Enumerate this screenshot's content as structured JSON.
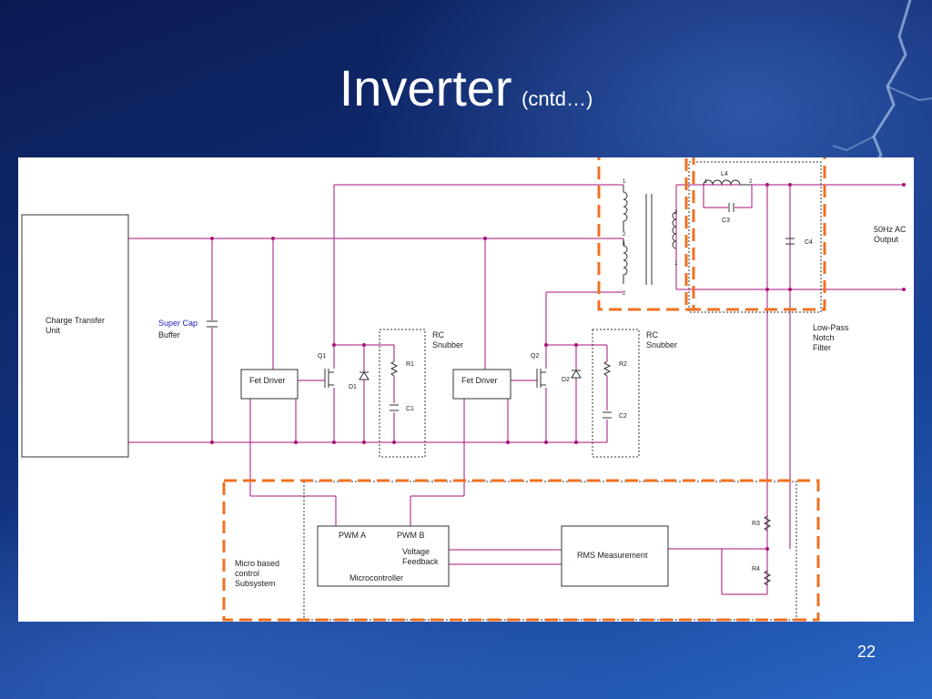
{
  "slide": {
    "title": "Inverter",
    "subtitle": "(cntd…)",
    "page_number": "22"
  },
  "diagram": {
    "charge_transfer_unit": "Charge Transfer\nUnit",
    "super_cap": "Super Cap",
    "buffer": "Buffer",
    "fet_driver_1": "Fet Driver",
    "fet_driver_2": "Fet Driver",
    "q1": "Q1",
    "q2": "Q2",
    "d1": "D1",
    "d2": "D2",
    "r1": "R1",
    "r2": "R2",
    "c1": "C1",
    "c2": "C2",
    "c3": "C3",
    "c4": "C4",
    "l4": "L4",
    "r3": "R3",
    "r4": "R4",
    "rc_snubber_1": "RC\nSnubber",
    "rc_snubber_2": "RC\nSnubber",
    "low_pass": "Low-Pass\nNotch\nFilter",
    "ac_output": "50Hz AC\nOutput",
    "pwm_a": "PWM A",
    "pwm_b": "PWM B",
    "voltage_feedback": "Voltage\nFeedback",
    "microcontroller": "Microcontroller",
    "rms_measurement": "RMS Measurement",
    "micro_subsystem": "Micro based\ncontrol\nSubsystem",
    "pin_1a": "1",
    "pin_2a": "2",
    "pin_1b": "1",
    "pin_2b": "2",
    "pin_2c": "2",
    "pin_1c": "1",
    "pin_l4_1": "1",
    "pin_l4_2": "2"
  },
  "colors": {
    "wire": "#a8127a",
    "highlight": "#f07020",
    "component": "#333333"
  }
}
